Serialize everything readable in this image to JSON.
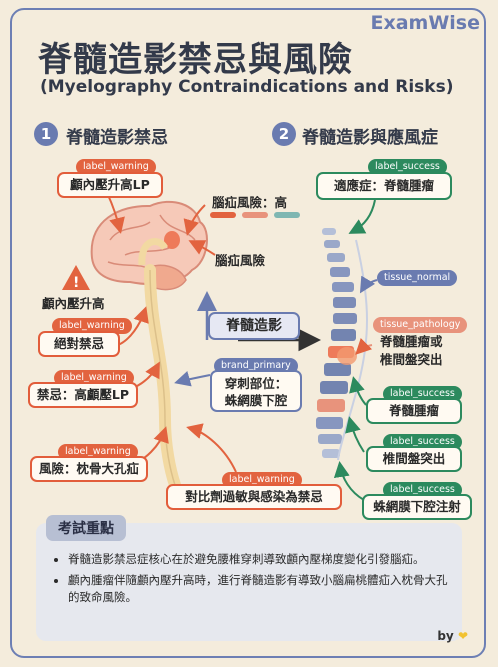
{
  "brand": "ExamWise",
  "title": "脊髓造影禁忌與風險",
  "subtitle": "(Myelography Contraindications and Risks)",
  "section1": {
    "num": "1",
    "title": "脊髓造影禁忌"
  },
  "section2": {
    "num": "2",
    "title": "脊髓造影與應風症"
  },
  "left": {
    "icp_tag": "label_warning",
    "icp_box": "顱內壓升高LP",
    "warn_label": "顱內壓升高",
    "absolute_tag": "label_warning",
    "absolute_box": "絕對禁忌",
    "contra_tag": "label_warning",
    "contra_box": "禁忌：高顱壓LP",
    "risk_tag": "label_warning",
    "risk_box": "風險：枕骨大孔疝",
    "allergy_tag": "label_warning",
    "allergy_box": "對比劑過敏與感染為禁忌"
  },
  "center": {
    "brain_risk_label": "腦疝風險：高",
    "brain_risk2": "腦疝風險",
    "myelo_label": "脊髓造影",
    "puncture_tag": "brand_primary",
    "puncture_line1": "穿刺部位：",
    "puncture_line2": "蛛網膜下腔"
  },
  "right": {
    "indication_tag": "label_success",
    "indication_box": "適應症：脊髓腫瘤",
    "tissue_normal_tag": "tissue_normal",
    "tissue_path_tag": "tissue_pathology",
    "path_line1": "脊髓腫瘤或",
    "path_line2": "椎間盤突出",
    "tumor_tag": "label_success",
    "tumor_box": "脊髓腫瘤",
    "disc_tag": "label_success",
    "disc_box": "椎間盤突出",
    "inject_tag": "label_success",
    "inject_box": "蛛網膜下腔注射"
  },
  "exam": {
    "title": "考試重點",
    "points": [
      "脊髓造影禁忌症核心在於避免腰椎穿刺導致顱內壓梯度變化引發腦疝。",
      "顱內腫瘤伴隨顱內壓升高時，進行脊髓造影有導致小腦扁桃體疝入枕骨大孔的致命風險。"
    ]
  },
  "footer": {
    "by": "by"
  },
  "colors": {
    "warning": "#e2633f",
    "success": "#2c8a5e",
    "primary": "#6a7bb0",
    "pathology": "#e8937c",
    "background": "#f4ecdc"
  }
}
